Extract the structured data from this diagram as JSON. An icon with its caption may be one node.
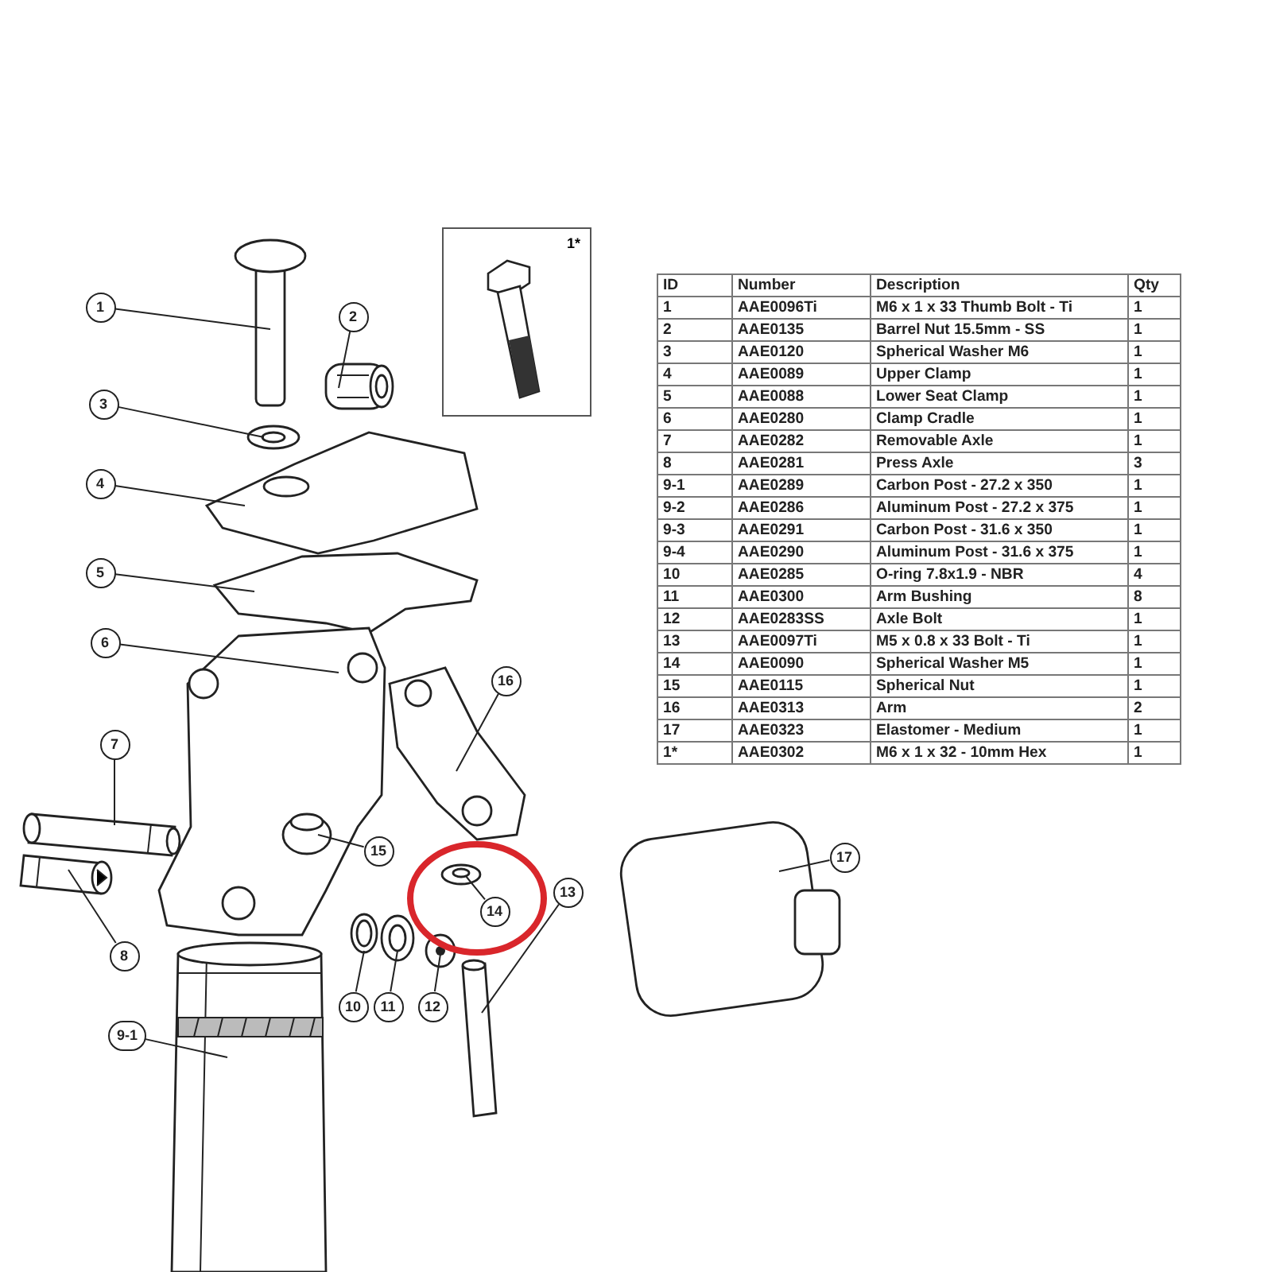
{
  "diagram": {
    "nodes": [
      {
        "text": [
          "1"
        ]
      },
      {
        "text": [
          "2"
        ]
      },
      {
        "text": [
          "3"
        ]
      },
      {
        "text": [
          "4"
        ]
      },
      {
        "text": [
          "5"
        ]
      },
      {
        "text": [
          "6"
        ]
      },
      {
        "text": [
          "16"
        ]
      },
      {
        "text": [
          "7"
        ]
      },
      {
        "text": [
          "8"
        ]
      },
      {
        "text": [
          "9-1"
        ]
      },
      {
        "text": [
          "10"
        ]
      },
      {
        "text": [
          "11"
        ]
      },
      {
        "text": [
          "12"
        ]
      },
      {
        "text": [
          "13"
        ]
      },
      {
        "text": [
          "14"
        ]
      },
      {
        "text": [
          "15"
        ]
      },
      {
        "text": [
          "17"
        ]
      },
      {
        "text": [],
        "shape": "picture"
      },
      {
        "text": [],
        "shape": "picture"
      },
      {
        "text": [],
        "shape": "picture"
      },
      {
        "text": [],
        "shape": "picture"
      },
      {
        "text": [],
        "shape": "picture"
      },
      {
        "text": [],
        "shape": "picture"
      },
      {
        "text": [],
        "shape": "picture"
      },
      {
        "text": [],
        "shape": "picture"
      },
      {
        "text": [],
        "shape": "picture"
      },
      {
        "text": [],
        "shape": "picture"
      },
      {
        "text": [],
        "shape": "picture"
      },
      {
        "text": [],
        "shape": "picture"
      },
      {
        "text": [],
        "shape": "picture"
      },
      {
        "text": [],
        "shape": "picture"
      },
      {
        "text": [],
        "shape": "picture"
      },
      {
        "text": [],
        "shape": "picture",
        "in": 22
      },
      {
        "text": [],
        "shape": "picture"
      },
      {
        "text": [
          "1*"
        ]
      }
    ],
    "edges": [
      {
        "from": 0,
        "to": 17,
        "arrow": "none"
      },
      {
        "from": 1,
        "to": 18,
        "arrow": "none"
      },
      {
        "from": 2,
        "to": 19,
        "arrow": "none"
      },
      {
        "from": 3,
        "to": 20,
        "arrow": "none"
      },
      {
        "from": 4,
        "to": 21,
        "arrow": "none"
      },
      {
        "from": 5,
        "to": 22,
        "arrow": "none"
      },
      {
        "from": 6,
        "to": 23,
        "arrow": "none"
      },
      {
        "from": 7,
        "to": 24,
        "arrow": "none"
      },
      {
        "from": 8,
        "to": 25,
        "arrow": "none"
      },
      {
        "from": 9,
        "to": 26,
        "arrow": "none"
      },
      {
        "from": 10,
        "to": 27,
        "arrow": "none"
      },
      {
        "from": 11,
        "to": 28,
        "arrow": "none"
      },
      {
        "from": 12,
        "to": 29,
        "arrow": "none"
      },
      {
        "from": 13,
        "to": 30,
        "arrow": "none"
      },
      {
        "from": 14,
        "to": 31,
        "arrow": "none"
      },
      {
        "from": 15,
        "to": 32,
        "arrow": "none"
      },
      {
        "from": 16,
        "to": 33,
        "arrow": "none"
      }
    ],
    "labels": [
      "ID",
      "Number",
      "Description",
      "Qty",
      "1",
      "AAE0096Ti",
      "M6 x 1 x 33 Thumb Bolt - Ti",
      "1",
      "2",
      "AAE0135",
      "Barrel Nut 15.5mm - SS",
      "1",
      "3",
      "AAE0120",
      "Spherical Washer M6",
      "1",
      "4",
      "AAE0089",
      "Upper Clamp",
      "1",
      "5",
      "AAE0088",
      "Lower Seat Clamp",
      "1",
      "6",
      "AAE0280",
      "Clamp Cradle",
      "1",
      "7",
      "AAE0282",
      "Removable Axle",
      "1",
      "8",
      "AAE0281",
      "Press Axle",
      "3",
      "9-1",
      "AAE0289",
      "Carbon Post - 27.2 x 350",
      "1",
      "9-2",
      "AAE0286",
      "Aluminum Post - 27.2 x 375",
      "1",
      "9-3",
      "AAE0291",
      "Carbon Post - 31.6 x 350",
      "1",
      "9-4",
      "AAE0290",
      "Aluminum Post - 31.6 x 375",
      "1",
      "10",
      "AAE0285",
      "O-ring 7.8x1.9 - NBR",
      "4",
      "11",
      "AAE0300",
      "Arm Bushing",
      "8",
      "12",
      "AAE0283SS",
      "Axle Bolt",
      "1",
      "13",
      "AAE0097Ti",
      "M5 x 0.8 x 33 Bolt - Ti",
      "1",
      "14",
      "AAE0090",
      "Spherical Washer M5",
      "1",
      "15",
      "AAE0115",
      "Spherical Nut",
      "1",
      "16",
      "AAE0313",
      "Arm",
      "2",
      "17",
      "AAE0323",
      "Elastomer - Medium",
      "1",
      "1*",
      "AAE0302",
      "M6 x 1 x 32 - 10mm Hex",
      "1"
    ]
  }
}
